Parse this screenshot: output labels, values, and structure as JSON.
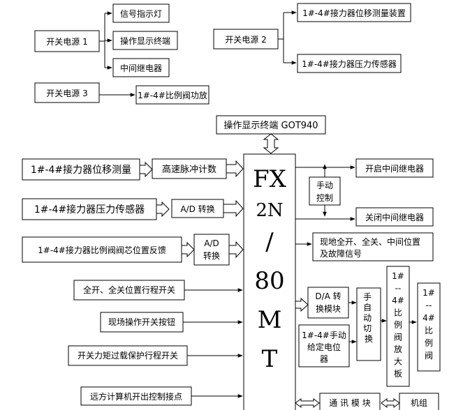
{
  "top": {
    "power1": "开关电源 1",
    "power1_outputs": [
      "信号指示灯",
      "操作显示终端",
      "中间继电器"
    ],
    "power2": "开关电源 2",
    "power2_outputs": [
      "1#-4#接力器位移测量装置",
      "1#-4#接力器压力传感器"
    ],
    "power3": "开关电源 3",
    "power3_output": "1#-4#比例阀功放"
  },
  "terminal": "操作显示终端 GOT940",
  "plc": {
    "lines": [
      "FX",
      "2N",
      "/",
      "80",
      "M",
      "T"
    ]
  },
  "inputs": {
    "displacement": "1#-4#接力器位移测量",
    "pulse_counter": "高速脉冲计数",
    "pressure": "1#-4#接力器压力传感器",
    "ad1": "A/D 转换",
    "valve_feedback": "1#-4#接力器比例阀阀芯位置反馈",
    "ad2_lines": [
      "A/D",
      "转换"
    ],
    "limit_switch": "全开、全关位置行程开关",
    "field_button": "现场操作开关按钮",
    "torque_switch": "开关力矩过载保护行程开关",
    "remote_contact": "远方计算机开出控制接点"
  },
  "outputs": {
    "open_relay": "开启中间继电器",
    "manual_control_lines": [
      "手动",
      "控制"
    ],
    "close_relay": "关闭中间继电器",
    "field_signal_lines": [
      "现地全开、全关、中间位置",
      "及故障信号"
    ],
    "da_module_lines": [
      "D/A  转",
      "换模块"
    ],
    "manual_setpoint_lines": [
      "1#-4#手动",
      "给定电位",
      "器"
    ],
    "auto_manual_switch": "手自动切换",
    "valve_amp_lines": [
      "1#",
      "--",
      "4#",
      "比",
      "例",
      "阀",
      "放",
      "大",
      "板"
    ],
    "valve_lines": [
      "1#",
      "--",
      "4#",
      "比",
      "例",
      "阀"
    ],
    "comm_module": "通 讯 模 块",
    "unit_group": "机组"
  }
}
